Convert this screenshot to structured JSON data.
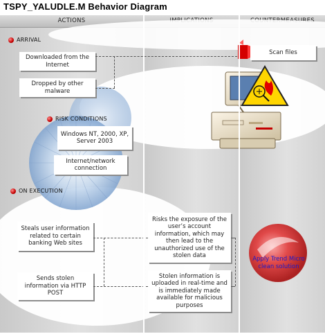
{
  "title": "TSPY_YALUDLE.M Behavior Diagram",
  "columns": {
    "actions": "ACTIONS",
    "implications": "IMPLICATIONS",
    "countermeasures": "COUNTERMEASURES"
  },
  "sections": {
    "arrival": "ARRIVAL",
    "risk_conditions": "RISK CONDITIONS",
    "on_execution": "ON EXECUTION"
  },
  "actions": {
    "downloaded": "Downloaded from the Internet",
    "dropped": "Dropped by other malware",
    "os": "Windows NT, 2000, XP, Server 2003",
    "network": "Internet/network connection",
    "steals": "Steals user information related to certain banking Web sites",
    "sends": "Sends stolen information via HTTP POST"
  },
  "implications": {
    "risks": "Risks the exposure of the user’s account information, which may then lead to the unauthorized use of the stolen data",
    "uploaded": "Stolen information is uploaded in real-time and is immediately made available for malicious purposes"
  },
  "countermeasures": {
    "scan": "Scan files",
    "apply": "Apply Trend Micro clean solution"
  },
  "colors": {
    "bullet": "#c40000",
    "column_bg": "#d6d6d6",
    "link_text": "#1a1acc",
    "warning_yellow": "#ffd500"
  },
  "icons": {
    "bullet": "red-sphere-bullet",
    "computer": "infected-computer-icon",
    "warning": "warning-triangle-icon",
    "scan_badge": "red-scan-badge-icon",
    "trend_logo": "trend-micro-swirl-logo"
  }
}
